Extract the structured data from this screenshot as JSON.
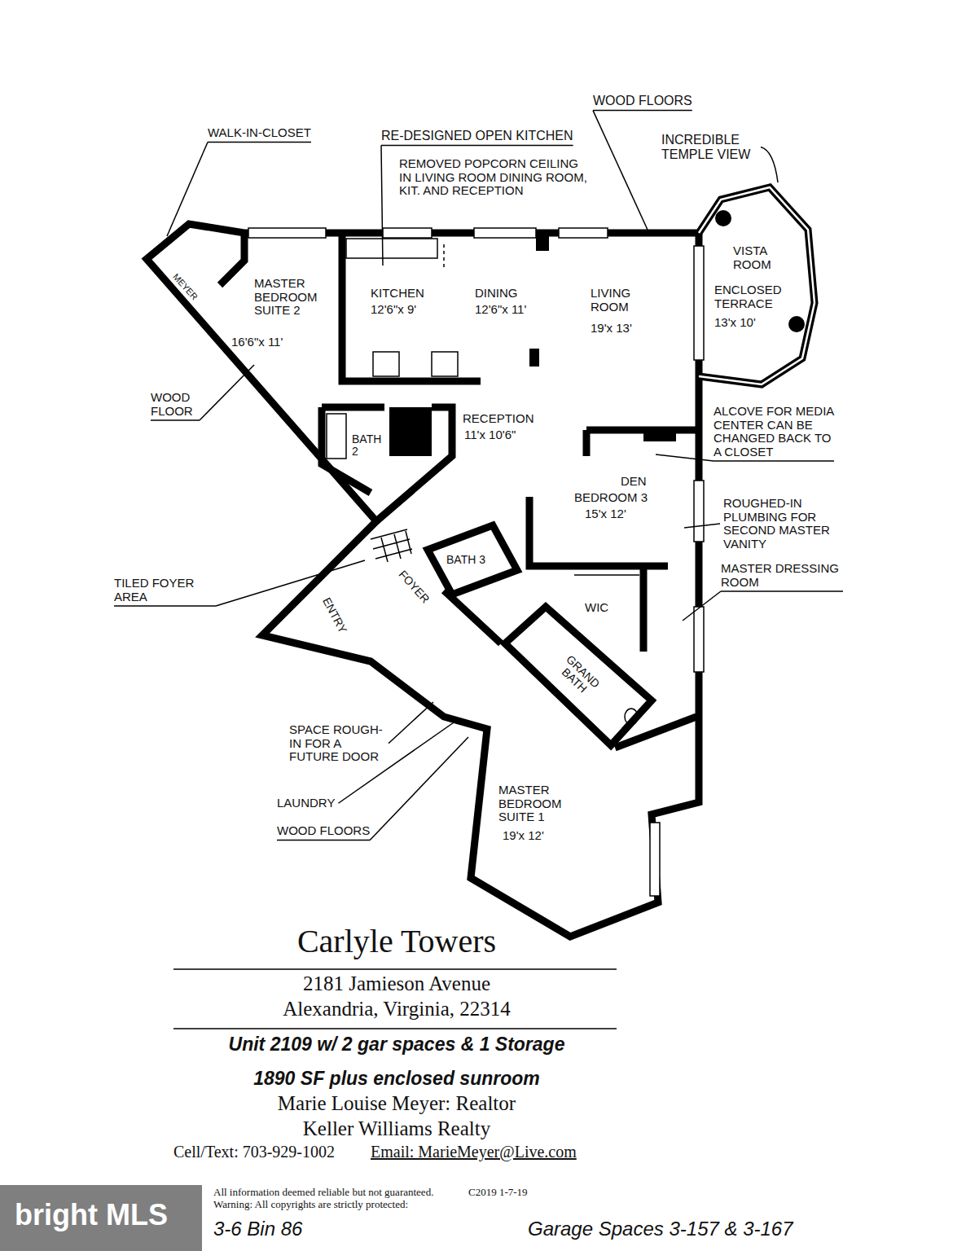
{
  "diagram": {
    "title": "Carlyle Towers",
    "labels": [
      "WOOD FLOORS",
      "WALK-IN-CLOSET",
      "RE-DESIGNED OPEN KITCHEN",
      "INCREDIBLE TEMPLE VIEW",
      "REMOVED POPCORN CEILING IN LIVING ROOM DINING ROOM, KIT. AND RECEPTION",
      "MEYER",
      "MASTER BEDROOM SUITE 2",
      "16'6\"x 11'",
      "KITCHEN",
      "12'6\"x 9'",
      "DINING",
      "12'6\"x 11'",
      "LIVING ROOM",
      "19'x 13'",
      "VISTA ROOM",
      "ENCLOSED TERRACE",
      "13'x 10'",
      "WOOD FLOOR",
      "BATH 2",
      "RECEPTION",
      "11'x 10'6\"",
      "ALCOVE FOR MEDIA CENTER CAN BE CHANGED BACK TO A CLOSET",
      "DEN",
      "BEDROOM 3",
      "15'x 12'",
      "ROUGHED-IN PLUMBING FOR SECOND MASTER VANITY",
      "BATH 3",
      "TILED FOYER AREA",
      "FOYER",
      "ENTRY",
      "WIC",
      "MASTER DRESSING ROOM",
      "GRAND BATH",
      "SPACE ROUGH-IN FOR A FUTURE DOOR",
      "LAUNDRY",
      "WOOD FLOORS",
      "MASTER BEDROOM SUITE 1",
      "19'x 12'",
      "2181 Jamieson Avenue",
      "Alexandria, Virginia, 22314",
      "Unit 2109 w/ 2 gar spaces & 1 Storage",
      "1890 SF plus enclosed sunroom",
      "Marie Louise Meyer: Realtor",
      "Keller Williams Realty",
      "Cell/Text: 703-929-1002",
      "Email: MarieMeyer@Live.com",
      "All information deemed reliable but not guaranteed.",
      "C2019 1-7-19",
      "Warning: All copyrights are strictly protected:",
      "3-6 Bin 86",
      "Garage Spaces 3-157 & 3-167",
      "bright MLS"
    ]
  }
}
